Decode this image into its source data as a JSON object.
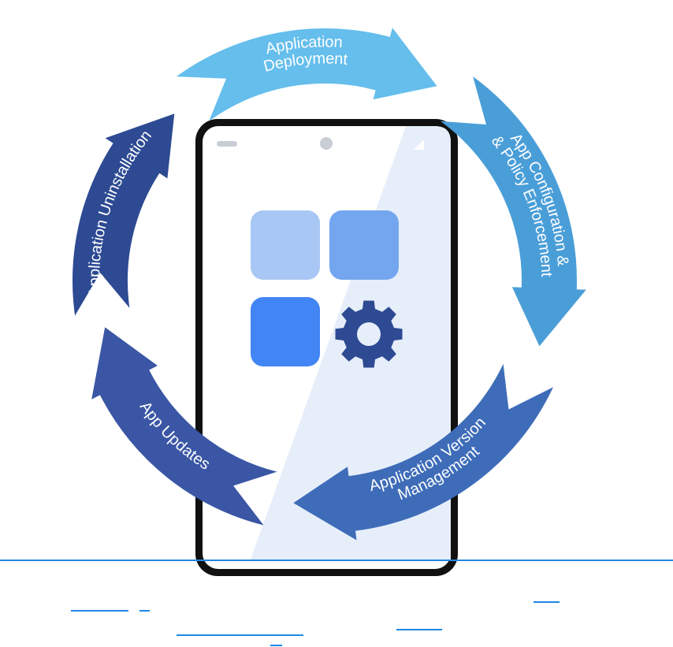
{
  "cycle": {
    "stages": [
      {
        "id": "deployment",
        "lines": [
          "Application",
          "Deployment"
        ],
        "color": "#65BEEC"
      },
      {
        "id": "configuration",
        "lines": [
          "App Configuration &",
          "& Policy Enforcement"
        ],
        "color": "#4A9ED8"
      },
      {
        "id": "version",
        "lines": [
          "Application Version",
          "Management"
        ],
        "color": "#3E6CB8"
      },
      {
        "id": "updates",
        "lines": [
          "App Updates"
        ],
        "color": "#3A56A4"
      },
      {
        "id": "uninstallation",
        "lines": [
          "Application Uninstallation"
        ],
        "color": "#2D4A93"
      }
    ]
  },
  "phone": {
    "frame_color": "#111111",
    "screen_color": "#FFFFFF",
    "highlight_color": "#E6EEFA",
    "tile_colors": [
      "#A9C7F4",
      "#74A6F0",
      "#4285F4"
    ],
    "gear_color": "#2D4A93",
    "settings_icon": "gear-icon"
  },
  "ground_line_color": "#1E88E5"
}
